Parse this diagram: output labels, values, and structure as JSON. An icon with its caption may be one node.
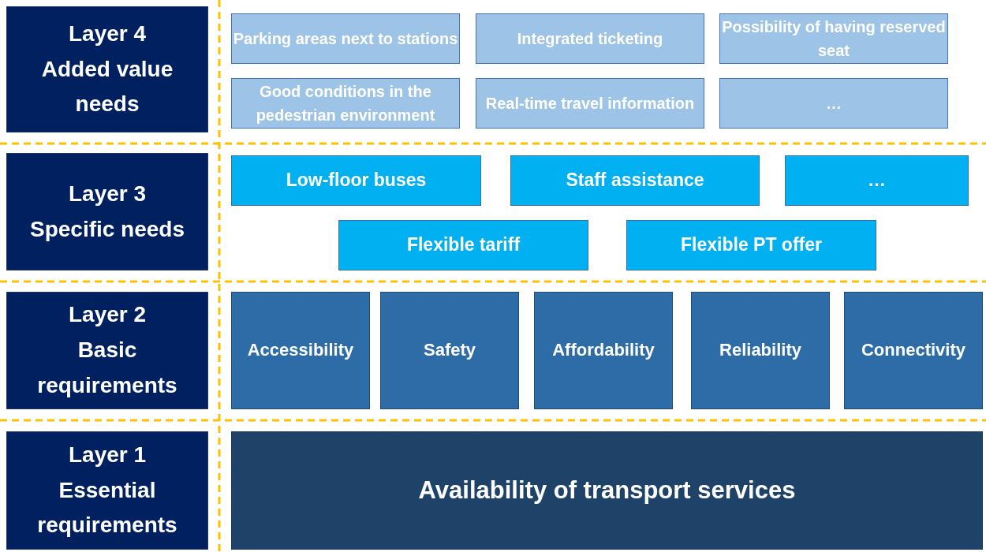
{
  "diagram": {
    "nodes": [
      {
        "text": [
          "Layer 4",
          "Added value needs"
        ]
      },
      {
        "text": [
          "Parking areas next to stations"
        ]
      },
      {
        "text": [
          "Integrated ticketing"
        ]
      },
      {
        "text": [
          "Possibility of having reserved seat"
        ]
      },
      {
        "text": [
          "Good conditions in the pedestrian environment"
        ]
      },
      {
        "text": [
          "Real-time travel information"
        ]
      },
      {
        "text": [
          "…"
        ]
      },
      {
        "text": [
          "Layer 3",
          "Specific needs"
        ]
      },
      {
        "text": [
          "Low-floor buses"
        ]
      },
      {
        "text": [
          "Staff assistance"
        ]
      },
      {
        "text": [
          "…"
        ]
      },
      {
        "text": [
          "Flexible tariff"
        ]
      },
      {
        "text": [
          "Flexible PT offer"
        ]
      },
      {
        "text": [
          "Layer 2",
          "Basic requirements"
        ]
      },
      {
        "text": [
          "Accessibility"
        ]
      },
      {
        "text": [
          "Safety"
        ]
      },
      {
        "text": [
          "Affordability"
        ]
      },
      {
        "text": [
          "Reliability"
        ]
      },
      {
        "text": [
          "Connectivity"
        ]
      },
      {
        "text": [
          "Layer 1",
          "Essential requirements"
        ]
      },
      {
        "text": [
          "Availability of transport services"
        ]
      }
    ]
  }
}
